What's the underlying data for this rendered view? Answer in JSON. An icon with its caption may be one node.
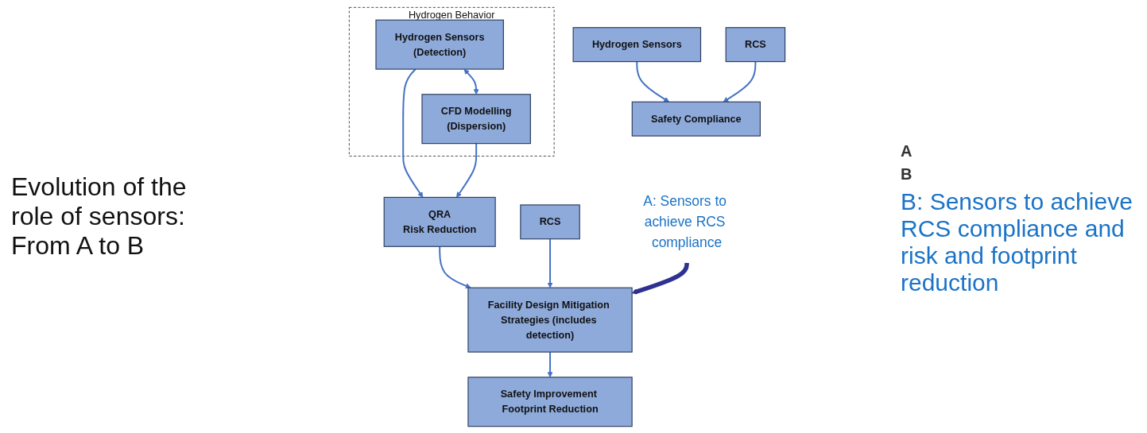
{
  "diagram": {
    "title": "Evolution of the role of sensors: From A to B",
    "nodes": [
      {
        "text": [
          "Hydrogen Sensors"
        ]
      },
      {
        "text": [
          "RCS"
        ]
      },
      {
        "text": [
          "Safety Compliance"
        ]
      },
      {
        "text": [
          "Hydrogen Behavior"
        ]
      },
      {
        "text": [
          "Hydrogen Sensors",
          "(Detection)"
        ],
        "in": 3
      },
      {
        "text": [
          "CFD Modelling",
          "(Dispersion)"
        ],
        "in": 3
      },
      {
        "text": [
          "QRA",
          "Risk Reduction"
        ]
      },
      {
        "text": [
          "RCS"
        ]
      },
      {
        "text": [
          "Facility Design Mitigation Strategies (includes detection)"
        ]
      },
      {
        "text": [
          "Safety Improvement Footprint Reduction"
        ]
      },
      {
        "text": [
          "A: Sensors to achieve RCS compliance"
        ]
      }
    ],
    "edges": [
      {
        "from": 0,
        "to": 2,
        "arrow": "to"
      },
      {
        "from": 1,
        "to": 2,
        "arrow": "to"
      },
      {
        "from": 4,
        "to": 5,
        "arrow": "both"
      },
      {
        "from": 4,
        "to": 6,
        "arrow": "to"
      },
      {
        "from": 5,
        "to": 6,
        "arrow": "to"
      },
      {
        "from": 6,
        "to": 8,
        "arrow": "to"
      },
      {
        "from": 7,
        "to": 8,
        "arrow": "to"
      },
      {
        "from": 8,
        "to": 9,
        "arrow": "to"
      },
      {
        "from": 10,
        "to": 8,
        "arrow": "to",
        "style": "thick",
        "color": "#2e3192"
      }
    ],
    "labels": [
      "A",
      "B",
      "B: Sensors to achieve RCS compliance and risk and footprint reduction"
    ]
  }
}
